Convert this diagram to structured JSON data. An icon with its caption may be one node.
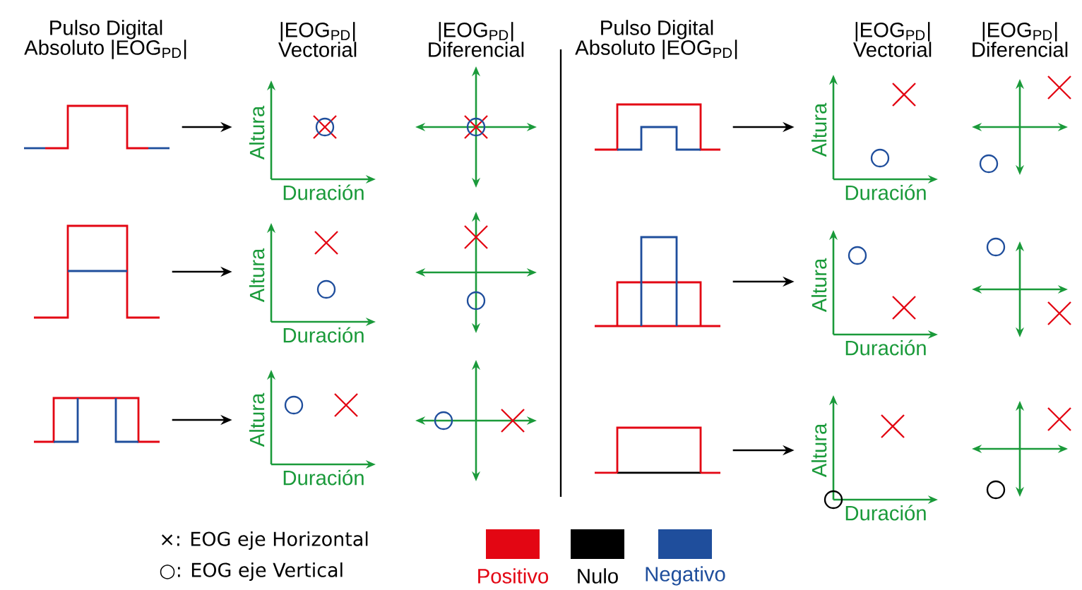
{
  "diagram": {
    "nodes": [
      {
        "text": [],
        "shape": "picture"
      },
      {
        "text": [
          "Altura",
          "Duración"
        ]
      },
      {
        "text": [],
        "shape": "picture"
      },
      {
        "text": [
          "Altura",
          "Duración"
        ]
      },
      {
        "text": [],
        "shape": "picture"
      },
      {
        "text": [
          "Altura",
          "Duración"
        ]
      },
      {
        "text": [],
        "shape": "picture"
      },
      {
        "text": [
          "Altura",
          "Duración"
        ]
      },
      {
        "text": [],
        "shape": "picture"
      },
      {
        "text": [
          "Altura",
          "Duración"
        ]
      },
      {
        "text": [],
        "shape": "picture"
      },
      {
        "text": [
          "Altura",
          "Duración"
        ]
      }
    ],
    "edges": [
      {
        "from": 0,
        "to": 1,
        "arrow": "to"
      },
      {
        "from": 2,
        "to": 3,
        "arrow": "to"
      },
      {
        "from": 4,
        "to": 5,
        "arrow": "to"
      },
      {
        "from": 6,
        "to": 7,
        "arrow": "to"
      },
      {
        "from": 8,
        "to": 9,
        "arrow": "to"
      },
      {
        "from": 10,
        "to": 11,
        "arrow": "to"
      }
    ],
    "labels": [
      "Pulso Digital Absoluto |EOG$_{PD}$|",
      "|EOG$_{PD}$| Vectorial",
      "|EOG$_{PD}$| Diferencial",
      "Pulso Digital Absoluto |EOG$_{PD}$|",
      "|EOG$_{PD}$| Vectorial",
      "|EOG$_{PD}$| Diferencial"
    ],
    "legend": [
      {
        "text": "×: EOG eje Horizontal"
      },
      {
        "text": "○: EOG eje Vertical"
      },
      {
        "text": "Positivo",
        "color": "#e30613"
      },
      {
        "text": "Nulo",
        "color": "#000000"
      },
      {
        "text": "Negativo",
        "color": "#1f4e9c"
      }
    ]
  }
}
